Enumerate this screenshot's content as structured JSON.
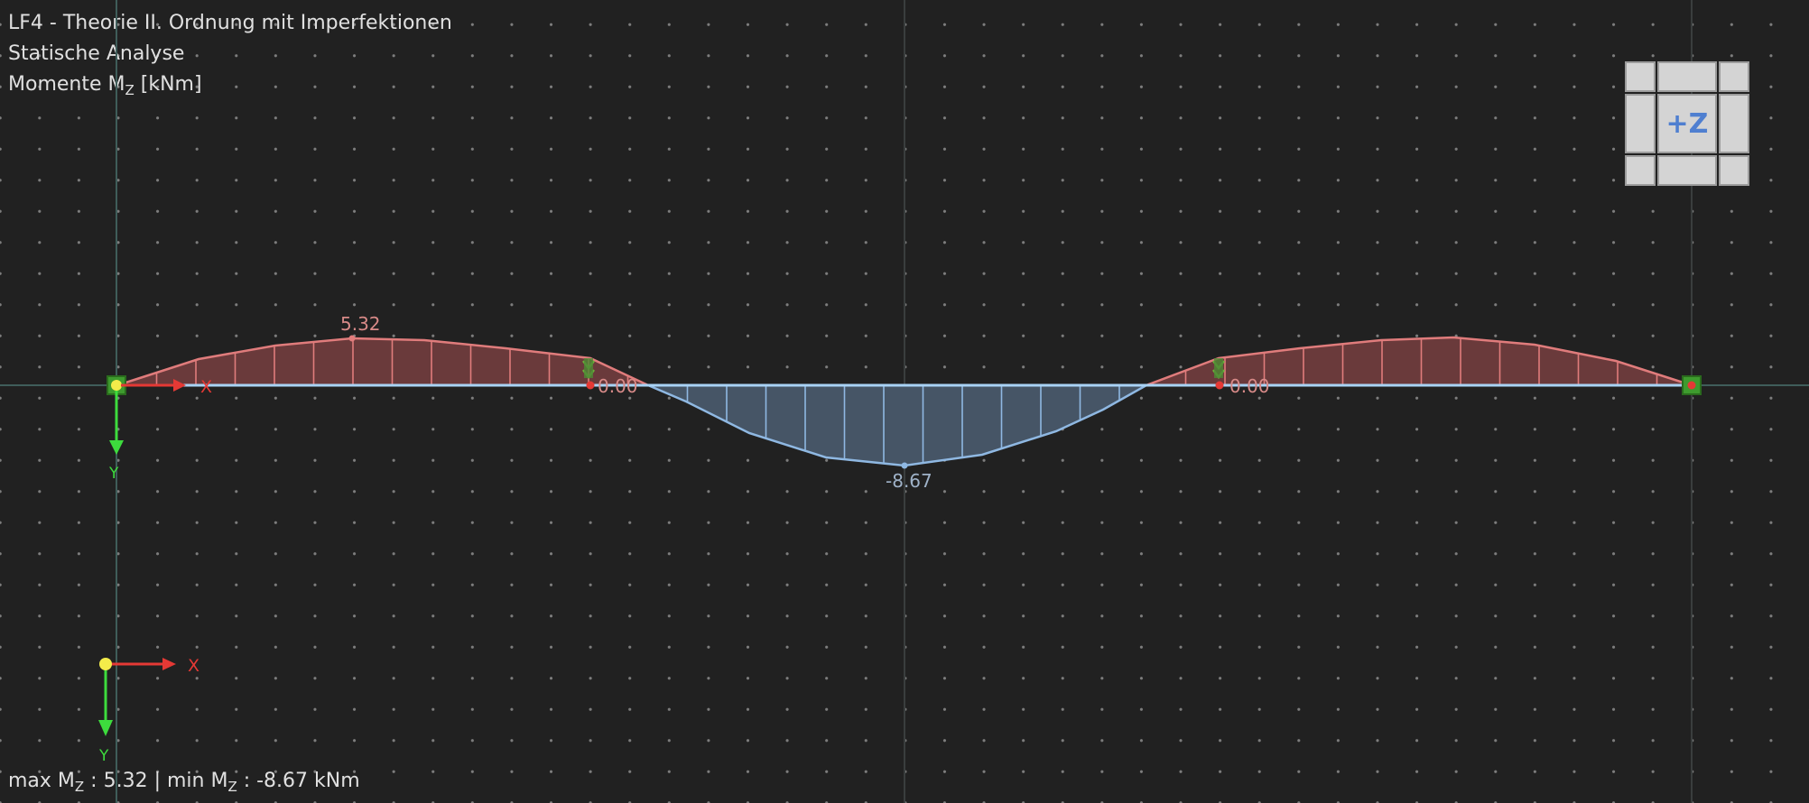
{
  "header": {
    "load_case": "LF4 - Theorie II. Ordnung mit Imperfektionen",
    "analysis": "Statische Analyse",
    "quantity_prefix": "Momente M",
    "quantity_sub": "Z",
    "quantity_unit": " [kNm]"
  },
  "diagram": {
    "labels": {
      "max_left": "5.32",
      "support_1": "0.00",
      "min_mid": "-8.67",
      "support_2": "0.00"
    },
    "member_axes": {
      "x": "X",
      "y": "Y"
    },
    "global_axes": {
      "x": "X",
      "y": "Y"
    },
    "colors": {
      "positive_fill": "#6a3a3b",
      "positive_stroke": "#e07c7c",
      "negative_fill": "#465566",
      "negative_stroke": "#8fb8e2",
      "member_line": "#a9d3f5",
      "axis_x": "#e53935",
      "axis_y": "#3ddc3d",
      "label_positive": "#d88a88",
      "label_negative": "#9fb2c8"
    }
  },
  "view_cube": {
    "face": "+Z"
  },
  "status": {
    "max_prefix": "max M",
    "max_sub": "Z",
    "max_value": " : 5.32 | min M",
    "min_sub": "Z",
    "min_value": " : -8.67 kNm"
  }
}
